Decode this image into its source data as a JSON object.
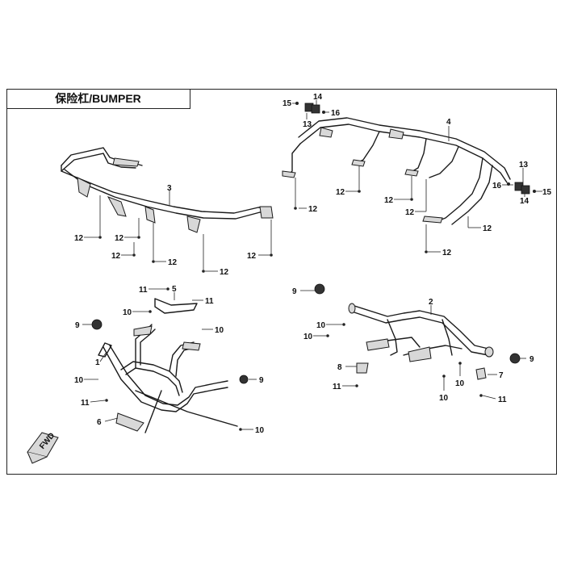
{
  "title": "保险杠/BUMPER",
  "fwd_label": "FWD",
  "callouts": {
    "c15a": "15",
    "c14a": "14",
    "c16a": "16",
    "c13a": "13",
    "c4": "4",
    "c13b": "13",
    "c16b": "16",
    "c14b": "14",
    "c15b": "15",
    "c12_r1": "12",
    "c12_r2": "12",
    "c12_r3": "12",
    "c12_r4": "12",
    "c12_r5": "12",
    "c12_r6": "12",
    "c3": "3",
    "c12_l1": "12",
    "c12_l2": "12",
    "c12_l3": "12",
    "c12_l4": "12",
    "c12_l5": "12",
    "c12_l6": "12",
    "c11_a": "11",
    "c5": "5",
    "c11_b": "11",
    "c10_a": "10",
    "c9_a": "9",
    "c10_b": "10",
    "c1": "1",
    "c10_c": "10",
    "c9_b": "9",
    "c11_c": "11",
    "c6": "6",
    "c10_d": "10",
    "c9_c": "9",
    "c2": "2",
    "c10_e": "10",
    "c10_f": "10",
    "c8": "8",
    "c11_d": "11",
    "c7": "7",
    "c10_g": "10",
    "c10_h": "10",
    "c9_d": "9",
    "c11_e": "11"
  }
}
